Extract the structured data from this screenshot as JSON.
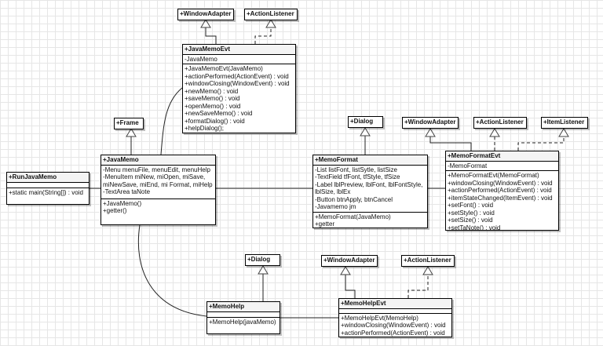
{
  "classes": {
    "windowAdapter1": {
      "name": "+WindowAdapter"
    },
    "actionListener1": {
      "name": "+ActionListener"
    },
    "javaMemoEvt": {
      "name": "+JavaMemoEvt",
      "attributes": [
        "-JavaMemo"
      ],
      "methods": [
        "+JavaMemoEvt(JavaMemo)",
        "+actionPerformed(ActionEvent) : void",
        "+windowClosing(WindowEvent) : void",
        "+newMemo() : void",
        "+saveMemo() : void",
        "+openMemo() : void",
        "+newSaveMemo() : void",
        "+formatDialog() : void",
        "+helpDialog();"
      ]
    },
    "frame": {
      "name": "+Frame"
    },
    "javaMemo": {
      "name": "+JavaMemo",
      "attributes": [
        "-Menu menuFile, menuEdit, menuHelp",
        "-MenuItem miNew, miOpen, miSave,",
        "miNewSave, miEnd, mi Format, miHelp",
        "-TextArea taNote"
      ],
      "methods": [
        "+JavaMemo()",
        "+getter()"
      ]
    },
    "runJavaMemo": {
      "name": "+RunJavaMemo",
      "methods": [
        "+static main(String[]) : void"
      ]
    },
    "dialog1": {
      "name": "+Dialog"
    },
    "memoFormat": {
      "name": "+MemoFormat",
      "attributes": [
        "-List listFont, listSytle, listSize",
        "-TextField tfFont, tfStyle, tfSize",
        "-Label lblPreview, lblFont, lblFontStyle,",
        "lblSize, lblEx",
        "-Button btnApply, btnCancel",
        "-Javamemo jm"
      ],
      "methods": [
        "+MemoFormat(JavaMemo)",
        "+getter"
      ]
    },
    "windowAdapter2": {
      "name": "+WindowAdapter"
    },
    "actionListener2": {
      "name": "+ActionListener"
    },
    "itemListener": {
      "name": "+ItemListener"
    },
    "memoFormatEvt": {
      "name": "+MemoFormatEvt",
      "attributes": [
        "-MemoFormat"
      ],
      "methods": [
        "+MemoFormatEvt(MemoFormat)",
        "+windowClosing(WindowEvent) : void",
        "+actionPerformed(ActionEvent) : void",
        "+itemStateChanged(ItemEvent) : void",
        "+setFont() : void",
        "+setStyle() : void",
        "+setSize() : void",
        "+setTaNote() : void"
      ]
    },
    "dialog2": {
      "name": "+Dialog"
    },
    "windowAdapter3": {
      "name": "+WindowAdapter"
    },
    "actionListener3": {
      "name": "+ActionListener"
    },
    "memoHelp": {
      "name": "+MemoHelp",
      "methods": [
        "+MemoHelp(javaMemo)"
      ]
    },
    "memoHelpEvt": {
      "name": "+MemoHelpEvt",
      "methods": [
        "+MemoHelpEvt(MemoHelp)",
        "+windowClosing(WindowEvent) : void",
        "+actionPerformed(ActionEvent) : void"
      ]
    }
  }
}
